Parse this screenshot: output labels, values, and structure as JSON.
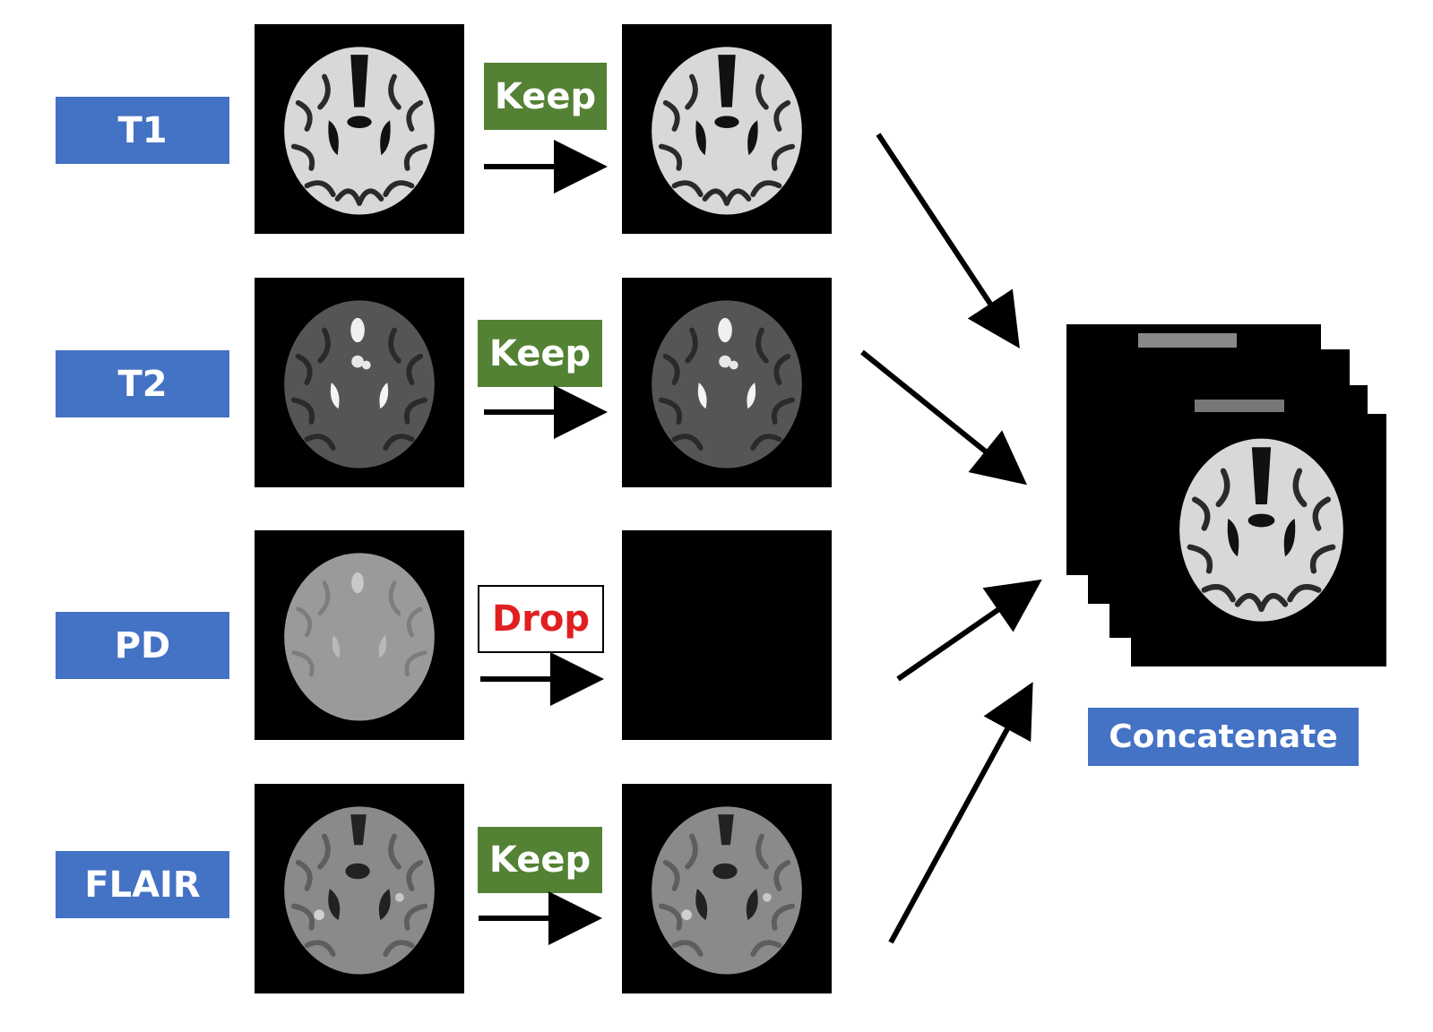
{
  "modalities": [
    {
      "label": "T1",
      "action": "Keep",
      "tone": "t1",
      "kept": true
    },
    {
      "label": "T2",
      "action": "Keep",
      "tone": "t2",
      "kept": true
    },
    {
      "label": "PD",
      "action": "Drop",
      "tone": "pd",
      "kept": false
    },
    {
      "label": "FLAIR",
      "action": "Keep",
      "tone": "flair",
      "kept": true
    }
  ],
  "output": {
    "label": "Concatenate"
  },
  "colors": {
    "label_blue": "#4472c4",
    "keep_green": "#548235",
    "drop_red": "#e02020"
  }
}
